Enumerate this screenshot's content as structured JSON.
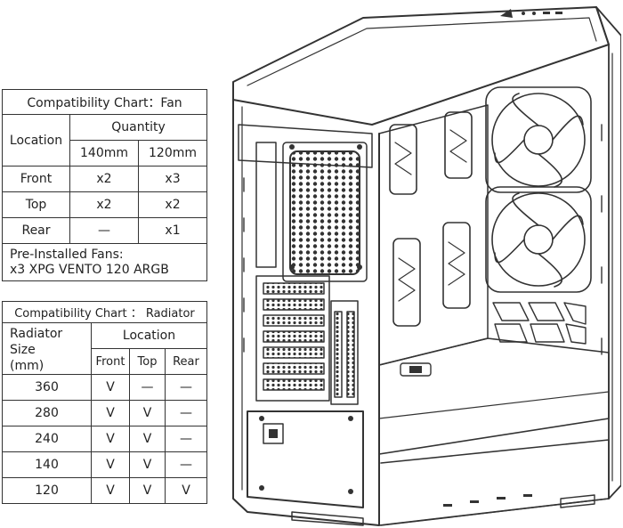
{
  "fan_chart": {
    "title": "Compatibility Chart：Fan",
    "location_header": "Location",
    "quantity_header": "Quantity",
    "size_headers": [
      "140mm",
      "120mm"
    ],
    "rows": [
      {
        "location": "Front",
        "s140": "x2",
        "s120": "x3"
      },
      {
        "location": "Top",
        "s140": "x2",
        "s120": "x2"
      },
      {
        "location": "Rear",
        "s140": "—",
        "s120": "x1"
      }
    ],
    "preinstalled_label": "Pre-Installed Fans:",
    "preinstalled_value": "x3 XPG VENTO 120 ARGB"
  },
  "radiator_chart": {
    "title": "Compatibility Chart ： Radiator",
    "size_header_line1": "Radiator Size",
    "size_header_line2": "(mm)",
    "location_header": "Location",
    "location_headers": [
      "Front",
      "Top",
      "Rear"
    ],
    "rows": [
      {
        "size": "360",
        "front": "V",
        "top": "—",
        "rear": "—"
      },
      {
        "size": "280",
        "front": "V",
        "top": "V",
        "rear": "—"
      },
      {
        "size": "240",
        "front": "V",
        "top": "V",
        "rear": "—"
      },
      {
        "size": "140",
        "front": "V",
        "top": "V",
        "rear": "—"
      },
      {
        "size": "120",
        "front": "V",
        "top": "V",
        "rear": "V"
      }
    ]
  },
  "colors": {
    "line": "#333333",
    "text": "#222222",
    "background": "#ffffff"
  }
}
